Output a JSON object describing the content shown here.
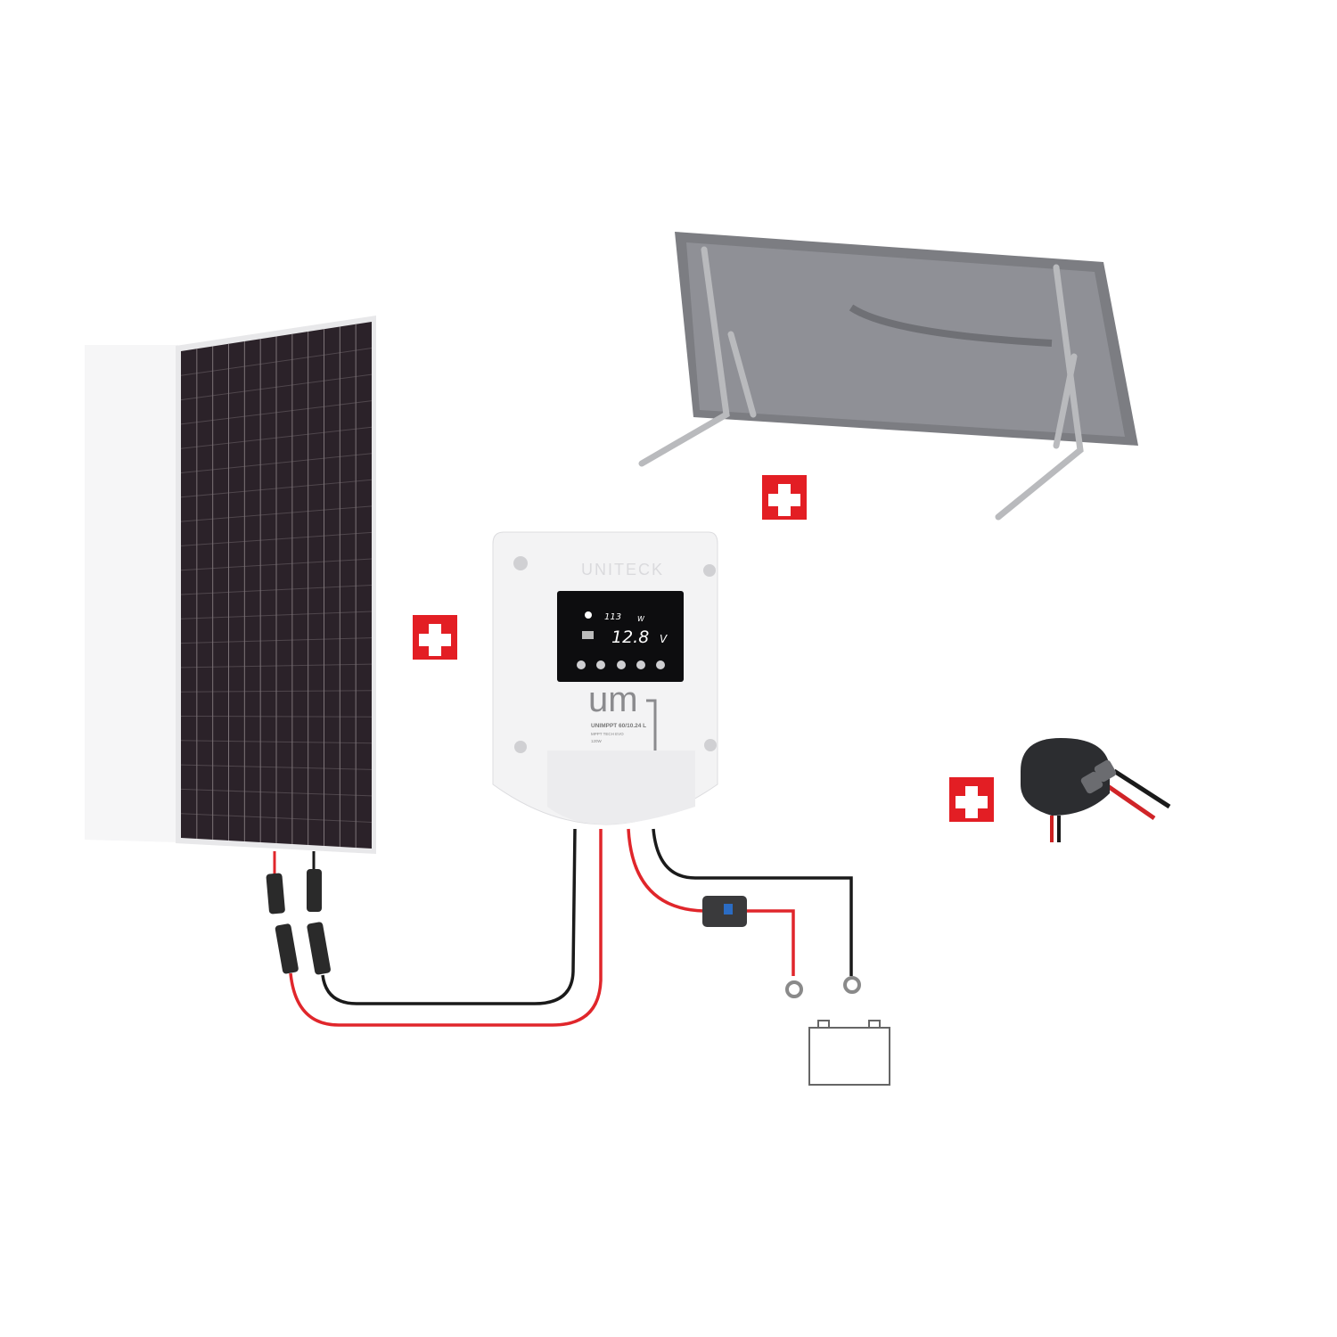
{
  "controller": {
    "brand": "UNITECK",
    "logo": "um",
    "model": "UNIMPPT 60/10.24 L",
    "subtitle": "MPPT TECH EVO",
    "power_rating": "120W",
    "display": {
      "power_value": "113",
      "power_unit": "W",
      "voltage_value": "12.8",
      "voltage_unit": "V"
    }
  },
  "colors": {
    "accent_red": "#e31e24",
    "wire_red": "#e0262b",
    "wire_black": "#1a1a1a",
    "panel_cells": "#2b2229",
    "bracket_gray": "#7c7d82"
  },
  "plus_badges": [
    "plus-icon",
    "plus-icon",
    "plus-icon"
  ]
}
